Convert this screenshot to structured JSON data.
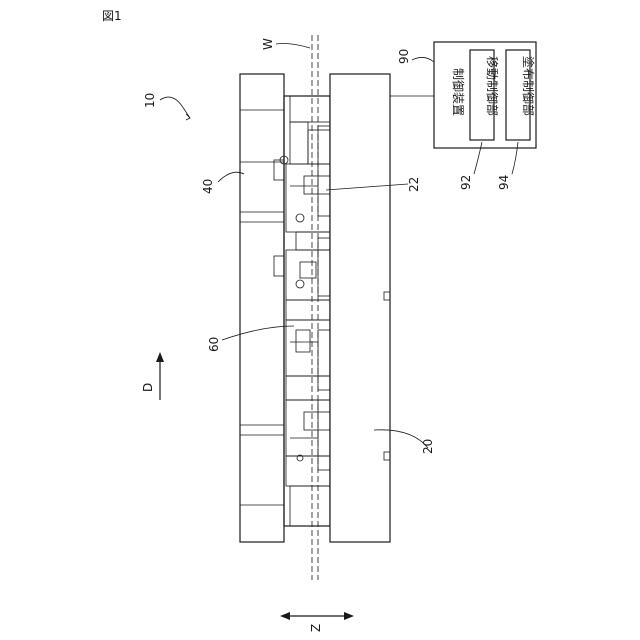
{
  "figure_label": "図1",
  "refs": {
    "apparatus": "10",
    "coating_part": "20",
    "roll_part": "22",
    "support_part": "40",
    "moving_part": "60",
    "control_device": "90",
    "move_control": "92",
    "coat_control": "94"
  },
  "labels": {
    "workpiece": "W",
    "direction_d": "D",
    "direction_z": "Z",
    "control_device": "制御装置",
    "move_control": "移動制御部",
    "coat_control": "塗布制御部"
  }
}
